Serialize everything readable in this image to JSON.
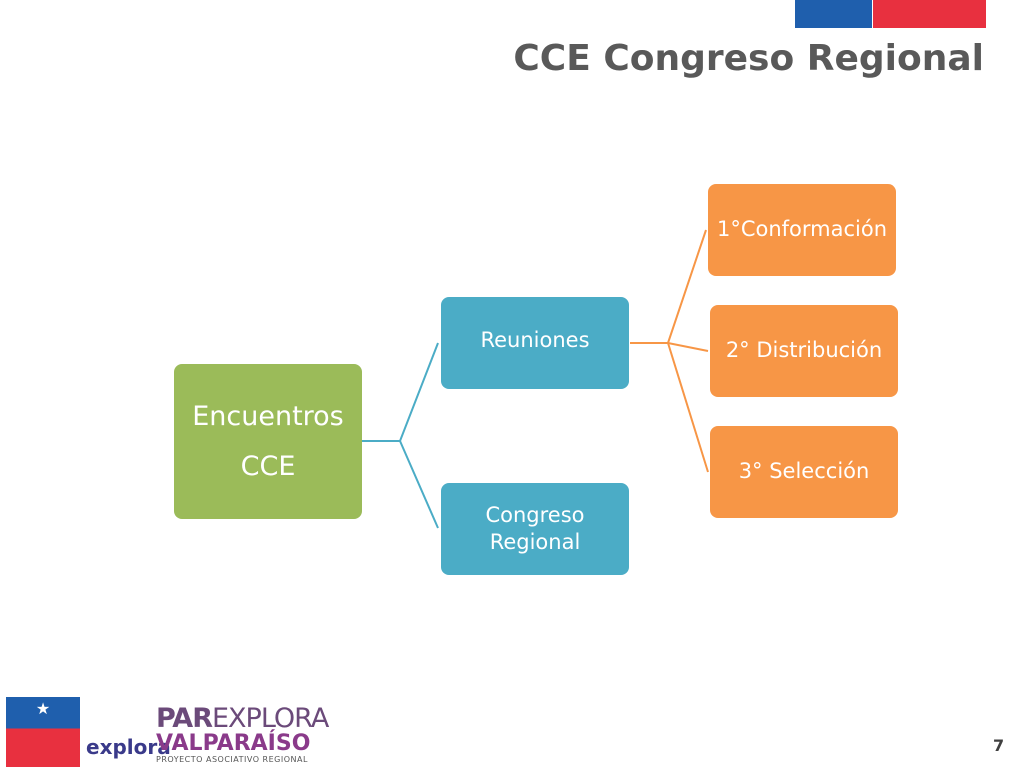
{
  "header": {
    "title": "CCE Congreso Regional",
    "flag_colors": {
      "blue": "#1f5fad",
      "red": "#e8303f"
    }
  },
  "diagram": {
    "root": {
      "lines": [
        "Encuentros",
        "CCE"
      ],
      "color": "#9bbb59"
    },
    "level1": [
      {
        "label": "Reuniones",
        "color": "#4bacc6"
      },
      {
        "lines": [
          "Congreso",
          "Regional"
        ],
        "color": "#4bacc6"
      }
    ],
    "level2": [
      {
        "label": "1°Conformación",
        "color": "#f79646"
      },
      {
        "label": "2° Distribución",
        "color": "#f79646"
      },
      {
        "label": "3° Selección",
        "color": "#f79646"
      }
    ]
  },
  "footer": {
    "logo_explora": "explora",
    "logo_par_bold": "PAR",
    "logo_par_rest": "EXPLORA",
    "logo_valparaiso": "VALPARAÍSO",
    "logo_proyecto": "PROYECTO ASOCIATIVO REGIONAL",
    "page_number": "7"
  }
}
